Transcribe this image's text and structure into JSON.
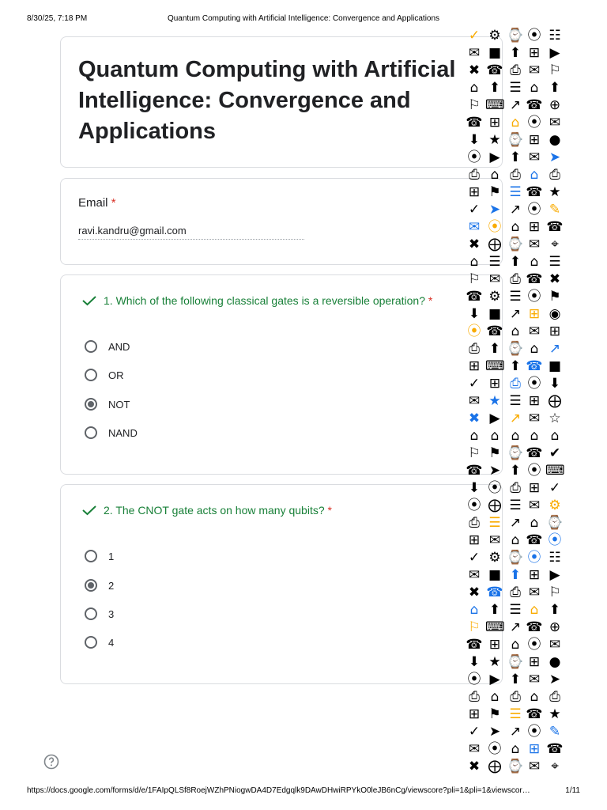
{
  "print_header": {
    "date": "8/30/25, 7:18 PM",
    "title": "Quantum Computing with Artificial Intelligence: Convergence and Applications"
  },
  "print_footer": {
    "url": "https://docs.google.com/forms/d/e/1FAIpQLSf8RoejWZhPNiogwDA4D7Edgqlk9DAwDHwiRPYkO0leJB6nCg/viewscore?pli=1&pli=1&viewscore=...",
    "page": "1/11"
  },
  "form": {
    "title": "Quantum Computing with Artificial Intelligence: Convergence and Applications",
    "email_label": "Email",
    "required_mark": "*",
    "email_value": "ravi.kandru@gmail.com"
  },
  "questions": [
    {
      "text": "1. Which of the following classical gates is a reversible operation?",
      "required_mark": "*",
      "options": [
        "AND",
        "OR",
        "NOT",
        "NAND"
      ],
      "selected": "NOT"
    },
    {
      "text": "2. The CNOT gate acts on how many qubits?",
      "required_mark": "*",
      "options": [
        "1",
        "2",
        "3",
        "4"
      ],
      "selected": "2"
    }
  ],
  "colors": {
    "correct_green": "#188038",
    "required_red": "#d93025",
    "radio_gray": "#5f6368",
    "card_border": "#dadce0"
  },
  "icons": {
    "check": "check-icon",
    "radio_unchecked": "radio-unchecked-icon",
    "radio_checked": "radio-checked-icon",
    "help": "help-circle-icon",
    "overlay_strip": "icon-sprite-overlay"
  }
}
